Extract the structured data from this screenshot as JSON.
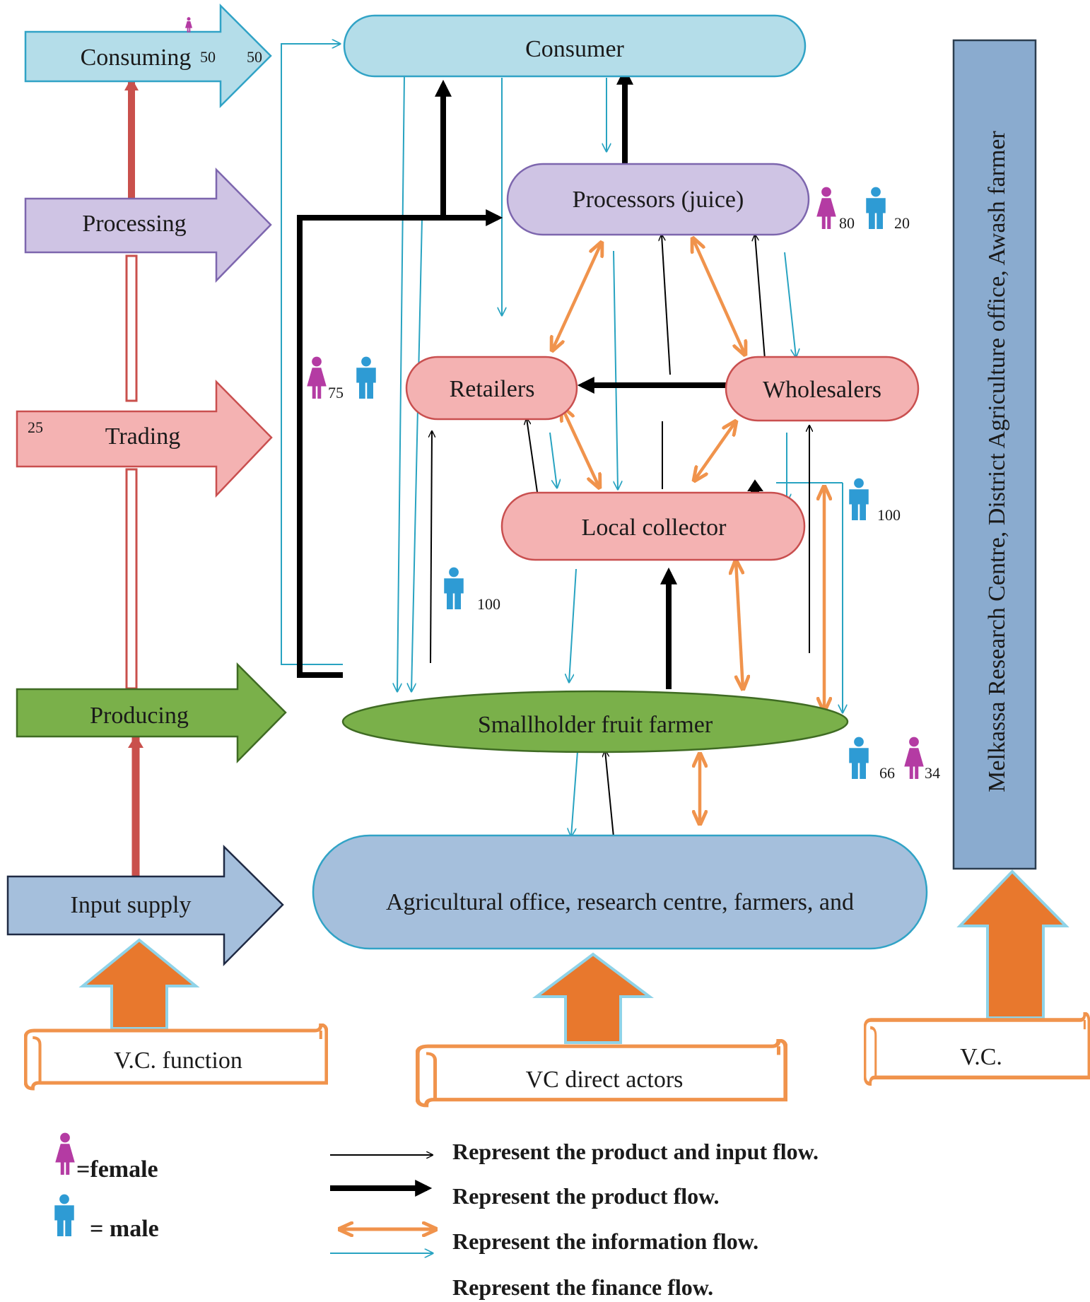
{
  "functions": {
    "consuming": "Consuming",
    "processing": "Processing",
    "trading": "Trading",
    "producing": "Producing",
    "input_supply": "Input supply"
  },
  "actors": {
    "consumer": "Consumer",
    "processors": "Processors (juice)",
    "retailers": "Retailers",
    "wholesalers": "Wholesalers",
    "local_collector": "Local collector",
    "smallholder": "Smallholder fruit farmer",
    "support": "Agricultural office, research centre, farmers, and"
  },
  "side_panel": "Melkassa Research Centre, District Agriculture office, Awash farmer",
  "scrolls": {
    "vc_function": "V.C. function",
    "vc_direct_actors": "VC direct actors",
    "vc": "V.C."
  },
  "gender": {
    "consuming_female": "50",
    "consuming_male": "50",
    "processors_female": "80",
    "processors_male": "20",
    "trading_female": "25",
    "retailers_female": "75",
    "local_collector_male": "100",
    "wholesalers_male": "100",
    "smallholder_male": "66",
    "smallholder_female": "34"
  },
  "legend": {
    "female": "=female",
    "male": "= male",
    "product_input_flow": "Represent the product and input flow.",
    "product_flow": "Represent the product flow.",
    "information_flow": "Represent the information flow.",
    "finance_flow": "Represent the finance flow."
  },
  "colors": {
    "consumer_fill": "#b4dde9",
    "consumer_stroke": "#31a3c6",
    "processor_fill": "#cfc4e4",
    "processor_stroke": "#7d66ae",
    "trader_fill": "#f4b2b2",
    "trader_stroke": "#c94f4f",
    "producer_fill": "#7ab04a",
    "producer_stroke": "#3f6b23",
    "input_fill": "#a5bfdc",
    "input_stroke": "#1f2a44",
    "side_fill": "#8aabcf",
    "orange": "#e8782d",
    "info_arrow": "#f0934c",
    "finance_line": "#28a3c1",
    "female_icon": "#b43ba3",
    "male_icon": "#2e9bd4",
    "red_link": "#c9504c"
  },
  "icons": [
    "female-icon",
    "male-icon",
    "scroll-banner",
    "block-up-arrow"
  ]
}
